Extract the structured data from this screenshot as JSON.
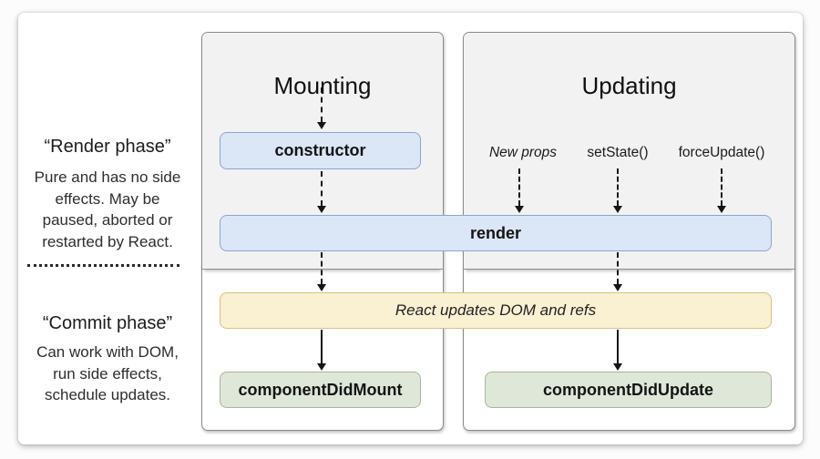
{
  "sidebar": {
    "render_phase": {
      "title": "“Render phase”",
      "lines": [
        "Pure and has no side",
        "effects. May be",
        "paused, aborted or",
        "restarted by React."
      ]
    },
    "commit_phase": {
      "title": "“Commit phase”",
      "lines": [
        "Can work with DOM,",
        "run side effects,",
        "schedule updates."
      ]
    }
  },
  "columns": {
    "mounting": {
      "title": "Mounting",
      "constructor_label": "constructor",
      "did_mount_label": "componentDidMount"
    },
    "updating": {
      "title": "Updating",
      "triggers": [
        {
          "label": "New props"
        },
        {
          "label": "setState()"
        },
        {
          "label": "forceUpdate()"
        }
      ],
      "did_update_label": "componentDidUpdate"
    }
  },
  "shared": {
    "render_label": "render",
    "dom_update_label": "React updates DOM and refs"
  },
  "colors": {
    "blue-fill": "#dbe6f7",
    "blue-border": "#8aa5ce",
    "yellow-fill": "#faf0d2",
    "yellow-border": "#d6c183",
    "green-fill": "#dfe8d8",
    "green-border": "#a2b896",
    "column-fill": "#f2f2f3",
    "column-border": "#8a8a8a",
    "arrow": "#151515"
  }
}
